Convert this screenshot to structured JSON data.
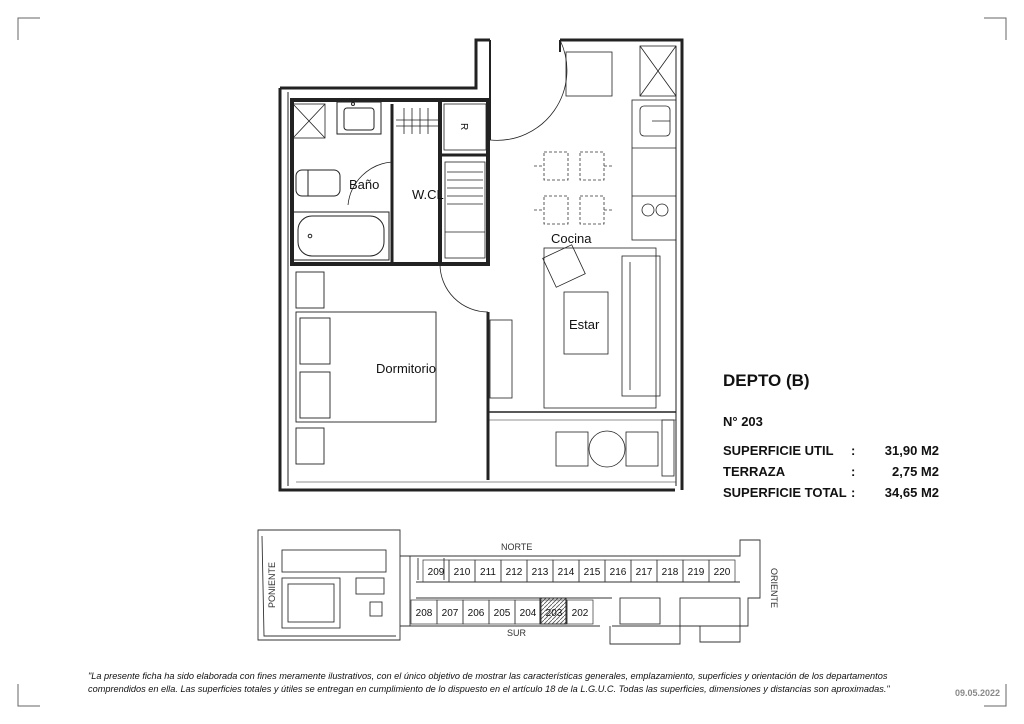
{
  "plan": {
    "rooms": {
      "bano": "Baño",
      "wcl": "W.CL",
      "refrigerator": "R",
      "cocina": "Cocina",
      "estar": "Estar",
      "dormitorio": "Dormitorio"
    }
  },
  "info": {
    "title": "DEPTO (B)",
    "number": "N° 203",
    "rows": [
      {
        "label": "SUPERFICIE UTIL",
        "colon": ":",
        "value": "31,90 M2"
      },
      {
        "label": "TERRAZA",
        "colon": ":",
        "value": "2,75 M2"
      },
      {
        "label": "SUPERFICIE TOTAL",
        "colon": ":",
        "value": "34,65 M2"
      }
    ]
  },
  "keyplan": {
    "north": "NORTE",
    "south": "SUR",
    "west": "PONIENTE",
    "east": "ORIENTE",
    "top_units": [
      "209",
      "210",
      "211",
      "212",
      "213",
      "214",
      "215",
      "216",
      "217",
      "218",
      "219",
      "220"
    ],
    "bottom_units": [
      "208",
      "207",
      "206",
      "205",
      "204",
      "203",
      "202"
    ],
    "highlight": "203"
  },
  "footer": {
    "disclaimer_line1": "\"La presente ficha ha sido elaborada con fines meramente ilustrativos, con el único objetivo de mostrar las características generales, emplazamiento, superficies y orientación de los departamentos",
    "disclaimer_line2": "comprendidos en ella. Las superficies totales y útiles se entregan en cumplimiento de lo dispuesto en el artículo 18 de la L.G.U.C. Todas las superficies, dimensiones y distancias son aproximadas.\"",
    "date": "09.05.2022"
  }
}
